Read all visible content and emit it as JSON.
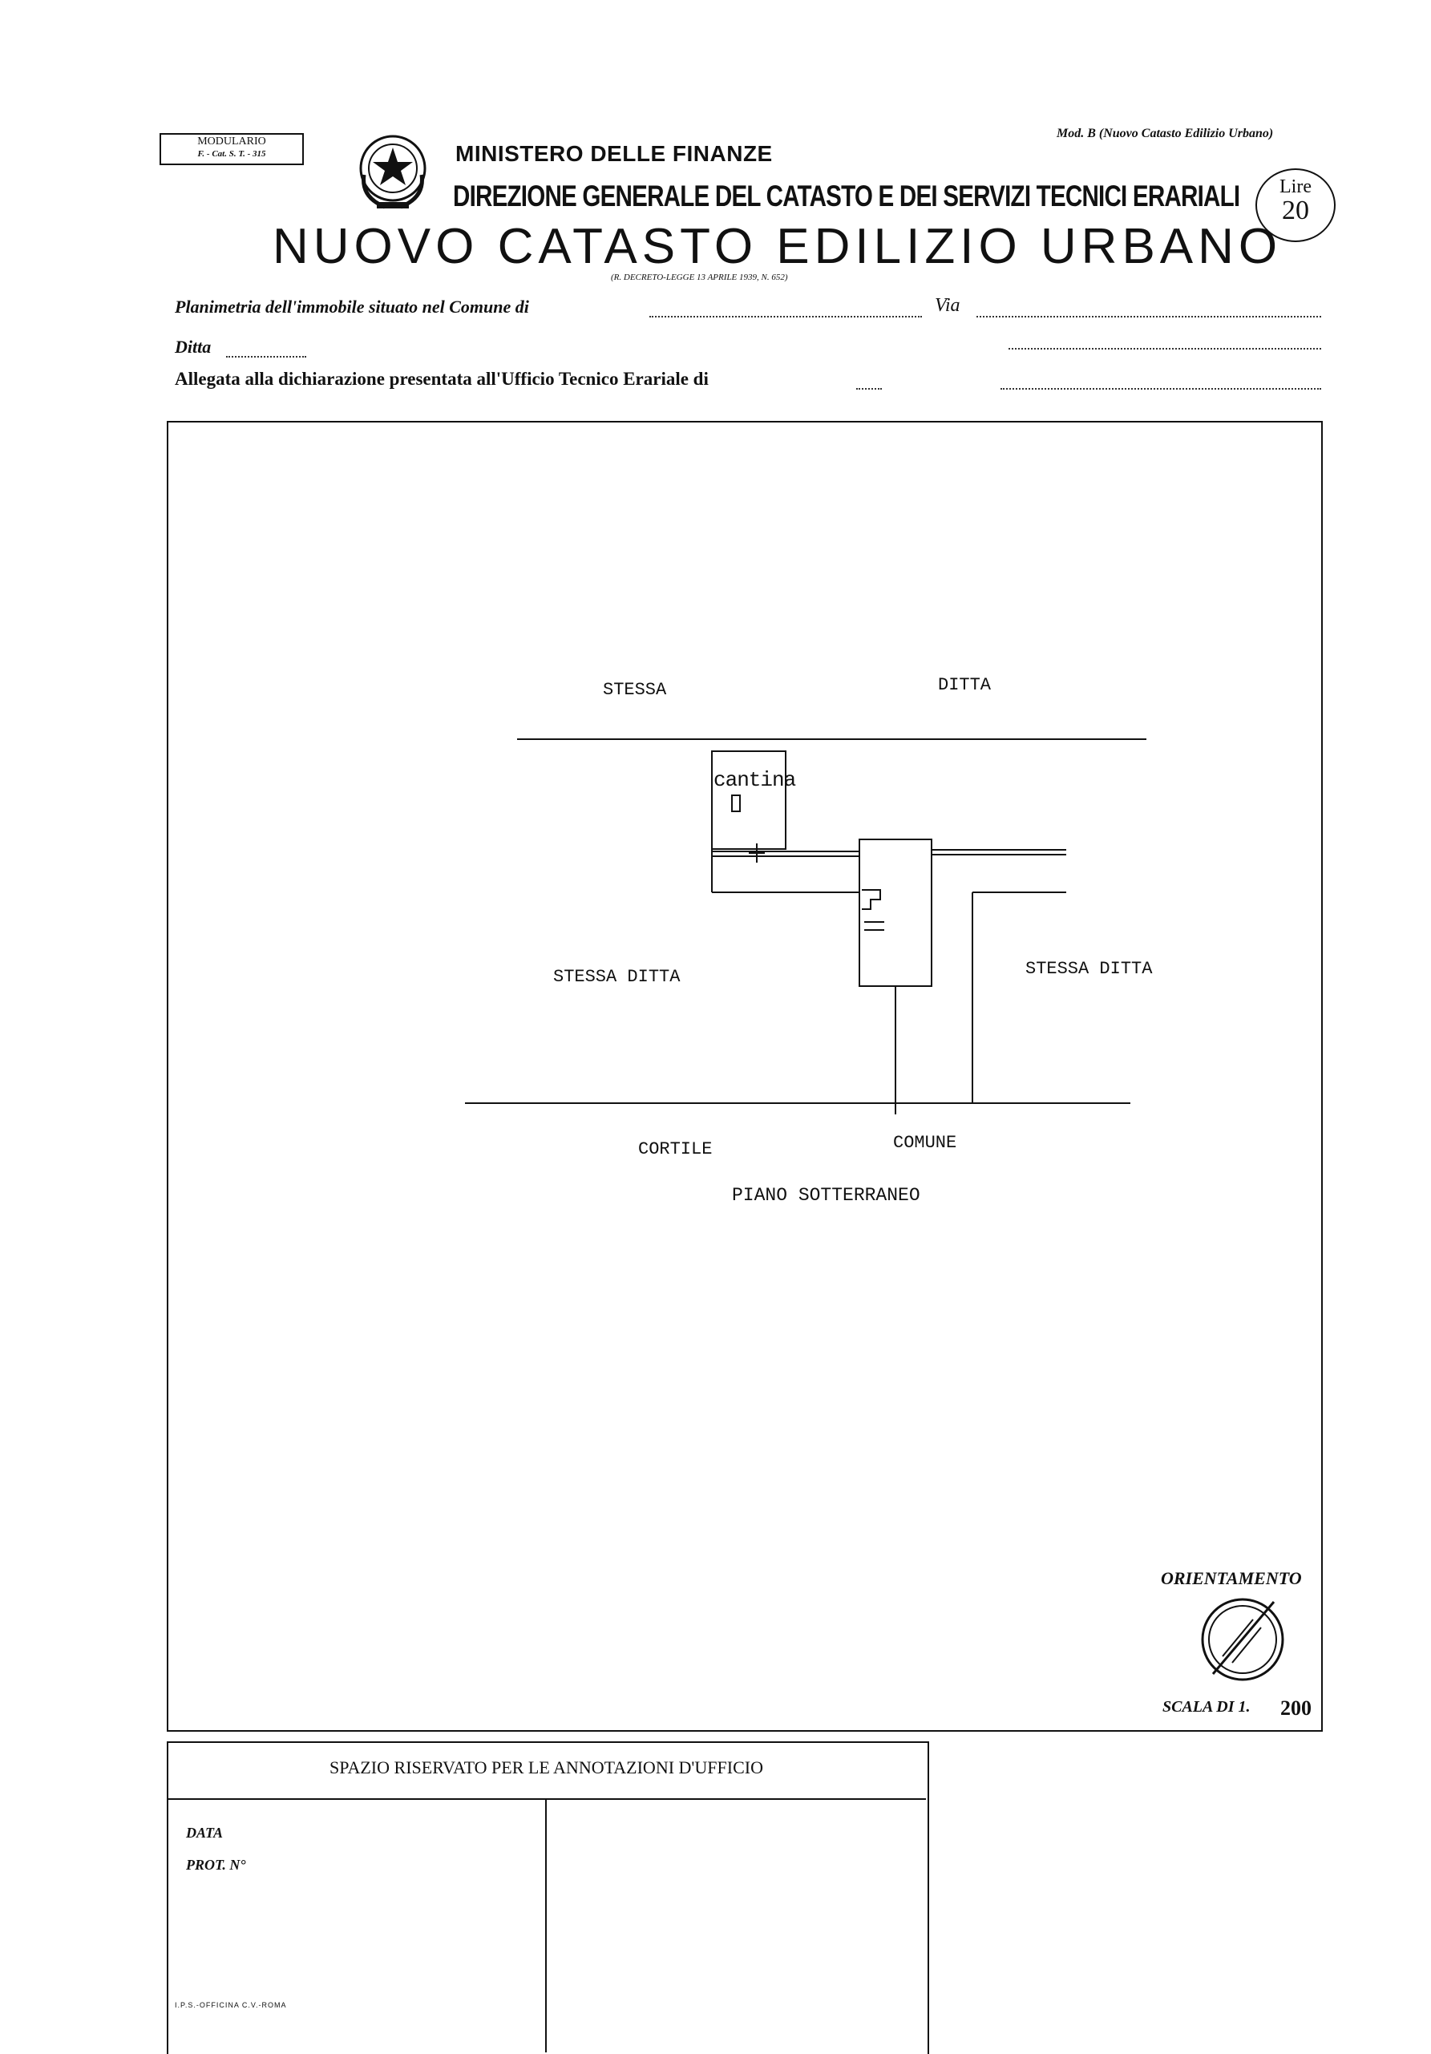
{
  "header": {
    "modulario_title": "MODULARIO",
    "modulario_code": "F. - Cat. S. T. - 315",
    "ministry": "MINISTERO DELLE FINANZE",
    "directorate": "DIREZIONE GENERALE DEL CATASTO E DEI SERVIZI TECNICI ERARIALI",
    "model": "Mod. B (Nuovo Catasto Edilizio Urbano)",
    "stamp_unit": "Lire",
    "stamp_value": "20",
    "title": "NUOVO CATASTO EDILIZIO URBANO",
    "decree": "(R. DECRETO-LEGGE 13 APRILE 1939, N. 652)"
  },
  "form": {
    "planimetria_label": "Planimetria dell'immobile situato nel Comune di",
    "via_label": "Via",
    "ditta_label": "Ditta",
    "allegata_label": "Allegata alla dichiarazione presentata all'Ufficio Tecnico Erariale di"
  },
  "plan": {
    "label_top_left": "STESSA",
    "label_top_right": "DITTA",
    "room_label": "cantina",
    "label_left": "STESSA DITTA",
    "label_right": "STESSA DITTA",
    "label_bottom_left": "CORTILE",
    "label_bottom_right": "COMUNE",
    "floor_label": "PIANO SOTTERRANEO"
  },
  "orientation": {
    "label": "ORIENTAMENTO",
    "scale_label": "SCALA DI 1.",
    "scale_value": "200"
  },
  "office": {
    "title": "SPAZIO RISERVATO PER LE ANNOTAZIONI D'UFFICIO",
    "data_label": "DATA",
    "prot_label": "PROT. N°"
  },
  "footer": {
    "printer": "I.P.S.-OFFICINA C.V.-ROMA"
  }
}
